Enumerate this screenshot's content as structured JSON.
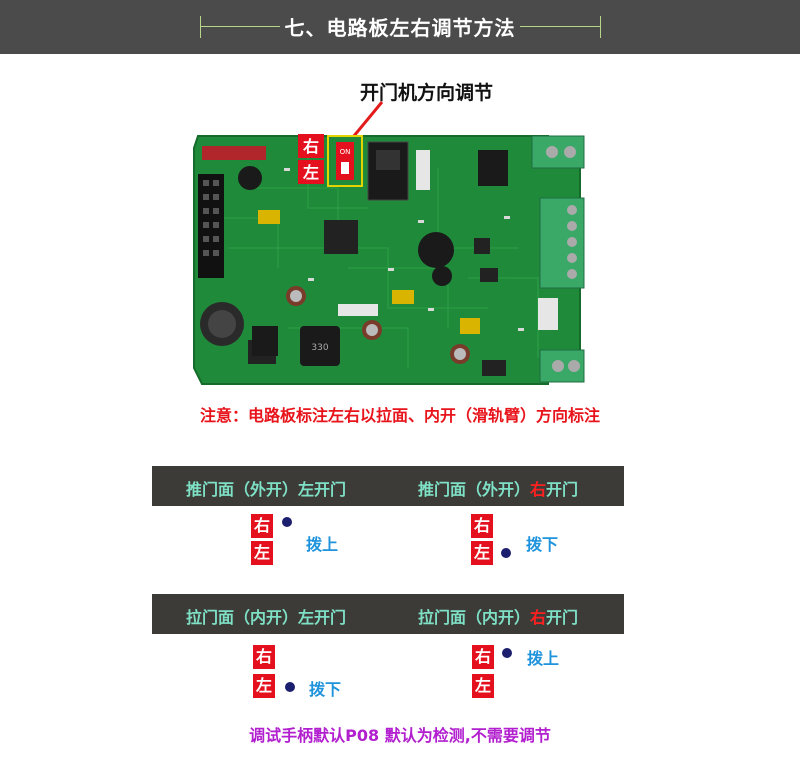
{
  "banner": {
    "title": "七、电路板左右调节方法"
  },
  "callout": "开门机方向调节",
  "board": {
    "switch_labels": {
      "right": "右",
      "left": "左"
    },
    "switch_marking": "ON",
    "cap_marking": "330"
  },
  "note": "注意：电路板标注左右以拉面、内开（滑轨臂）方向标注",
  "sections": [
    {
      "left_label": "推门面（外开）左开门",
      "right_label_prefix": "推门面（外开）",
      "right_label_red": "右",
      "right_label_suffix": "开门",
      "left_setting": {
        "top": "右",
        "bottom": "左",
        "action": "拨上"
      },
      "right_setting": {
        "top": "右",
        "bottom": "左",
        "action": "拨下"
      }
    },
    {
      "left_label": "拉门面（内开）左开门",
      "right_label_prefix": "拉门面（内开）",
      "right_label_red": "右",
      "right_label_suffix": "开门",
      "left_setting": {
        "top": "右",
        "bottom": "左",
        "action": "拨下"
      },
      "right_setting": {
        "top": "右",
        "bottom": "左",
        "action": "拨上"
      }
    }
  ],
  "footer": "调试手柄默认P08 默认为检测,不需要调节",
  "colors": {
    "banner": "#4b4b4b",
    "bar": "#3d3b38",
    "accent_red": "#e5101d",
    "teal_text": "#7ee0c5",
    "action_blue": "#1f93dc",
    "footer_purple": "#b21fcf",
    "pcb_green": "#1f8a3a"
  }
}
